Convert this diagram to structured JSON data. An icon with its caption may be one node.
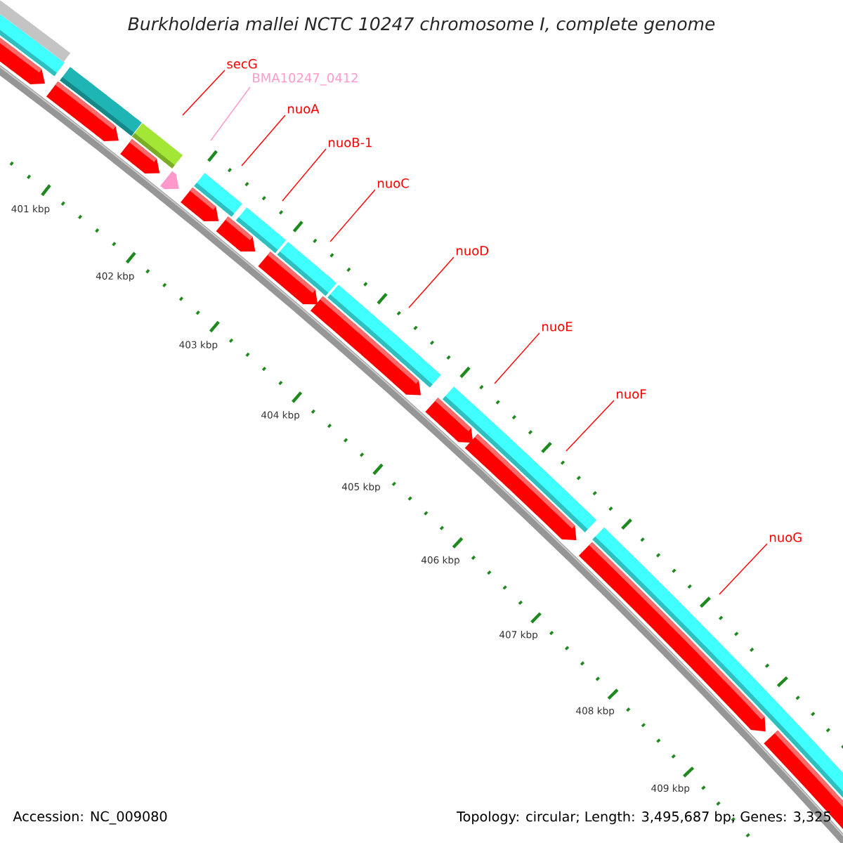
{
  "diagram": {
    "title": "Burkholderia mallei NCTC 10247 chromosome I, complete genome",
    "nodes": [
      {
        "text": [
          "secG"
        ]
      },
      {
        "text": [
          "BMA10247_0412"
        ]
      },
      {
        "text": [
          "nuoA"
        ]
      },
      {
        "text": [
          "nuoB-1"
        ]
      },
      {
        "text": [
          "nuoC"
        ]
      },
      {
        "text": [
          "nuoD"
        ]
      },
      {
        "text": [
          "nuoE"
        ]
      },
      {
        "text": [
          "nuoF"
        ]
      },
      {
        "text": [
          "nuoG"
        ]
      }
    ],
    "edges": [
      {
        "from": 0,
        "to": null,
        "arrow": "none"
      },
      {
        "from": 1,
        "to": null,
        "arrow": "none",
        "color": "#ff99cc"
      },
      {
        "from": 2,
        "to": null,
        "arrow": "none"
      },
      {
        "from": 3,
        "to": null,
        "arrow": "none"
      },
      {
        "from": 4,
        "to": null,
        "arrow": "none"
      },
      {
        "from": 5,
        "to": null,
        "arrow": "none"
      },
      {
        "from": 6,
        "to": null,
        "arrow": "none"
      },
      {
        "from": 7,
        "to": null,
        "arrow": "none"
      },
      {
        "from": 8,
        "to": null,
        "arrow": "none"
      }
    ],
    "labels": [
      "401 kbp",
      "402 kbp",
      "403 kbp",
      "404 kbp",
      "405 kbp",
      "406 kbp",
      "407 kbp",
      "408 kbp",
      "409 kbp",
      "Accession: NC_009080",
      "Topology: circular; Length: 3,495,687 bp; Genes: 3,325"
    ]
  }
}
